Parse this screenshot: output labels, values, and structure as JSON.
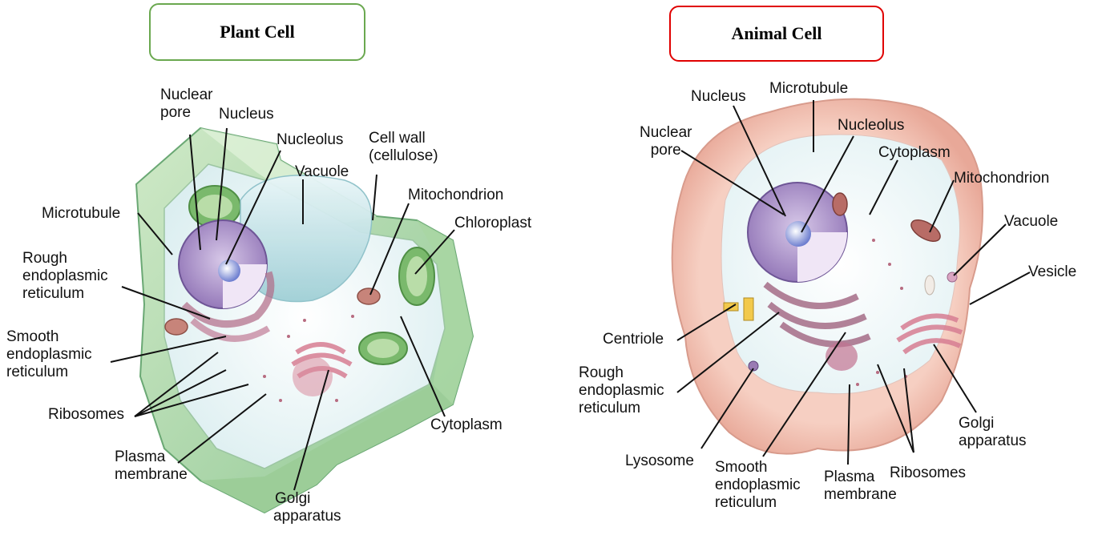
{
  "colors": {
    "plant_border": "#6aa84f",
    "animal_border": "#e00000"
  },
  "plant": {
    "title": "Plant Cell",
    "labels": {
      "nuclear_pore": [
        "Nuclear",
        "pore"
      ],
      "nucleus": "Nucleus",
      "nucleolus": "Nucleolus",
      "cell_wall": [
        "Cell wall",
        "(cellulose)"
      ],
      "vacuole": "Vacuole",
      "mitochondrion": "Mitochondrion",
      "chloroplast": "Chloroplast",
      "microtubule": "Microtubule",
      "rough_er": [
        "Rough",
        "endoplasmic",
        "reticulum"
      ],
      "smooth_er": [
        "Smooth",
        "endoplasmic",
        "reticulum"
      ],
      "ribosomes": "Ribosomes",
      "plasma_membrane": [
        "Plasma",
        "membrane"
      ],
      "golgi": [
        "Golgi",
        "apparatus"
      ],
      "cytoplasm": "Cytoplasm"
    }
  },
  "animal": {
    "title": "Animal Cell",
    "labels": {
      "nucleus": "Nucleus",
      "microtubule": "Microtubule",
      "nuclear_pore": [
        "Nuclear",
        "pore"
      ],
      "nucleolus": "Nucleolus",
      "cytoplasm": "Cytoplasm",
      "mitochondrion": "Mitochondrion",
      "vacuole": "Vacuole",
      "vesicle": "Vesicle",
      "centriole": "Centriole",
      "rough_er": [
        "Rough",
        "endoplasmic",
        "reticulum"
      ],
      "lysosome": "Lysosome",
      "smooth_er": [
        "Smooth",
        "endoplasmic",
        "reticulum"
      ],
      "plasma_membrane": [
        "Plasma",
        "membrane"
      ],
      "ribosomes": "Ribosomes",
      "golgi": [
        "Golgi",
        "apparatus"
      ]
    }
  }
}
